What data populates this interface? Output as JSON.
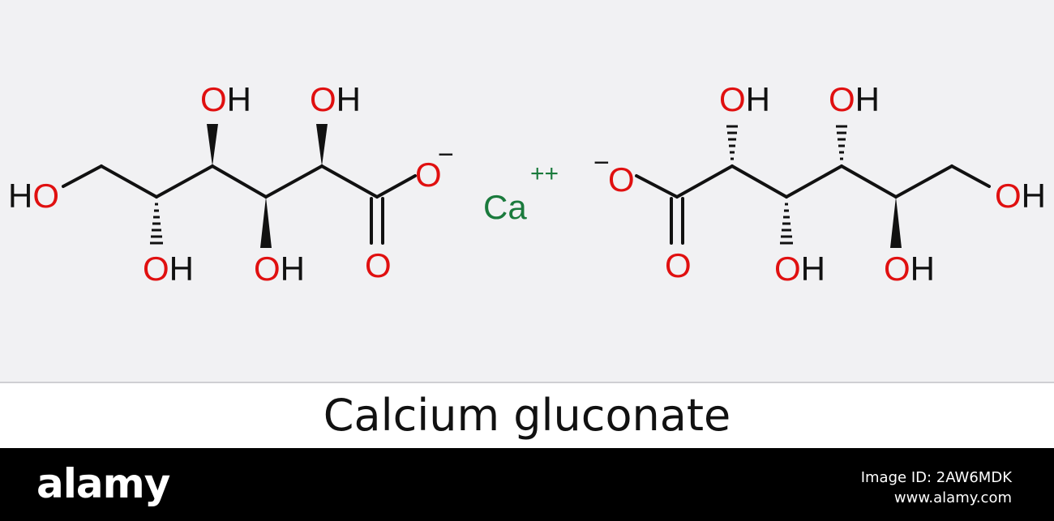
{
  "diagram": {
    "title": "Calcium gluconate",
    "colors": {
      "oxygen": "#e01010",
      "hydrogen": "#111111",
      "calcium": "#1a7a3c",
      "bond": "#111111",
      "panel_background": "#f1f1f3"
    },
    "calcium_ion": {
      "symbol": "Ca",
      "charge": "++"
    },
    "left_anion": {
      "labels": {
        "oh": "OH",
        "ho": "HO",
        "o": "O",
        "carboxylate_o": "O",
        "charge": "−"
      }
    },
    "right_anion": {
      "labels": {
        "oh": "OH",
        "o": "O",
        "carboxylate_o": "O",
        "charge": "−"
      }
    }
  },
  "footer": {
    "brand": "alamy",
    "image_id": "Image ID: 2AW6MDK",
    "url": "www.alamy.com"
  }
}
